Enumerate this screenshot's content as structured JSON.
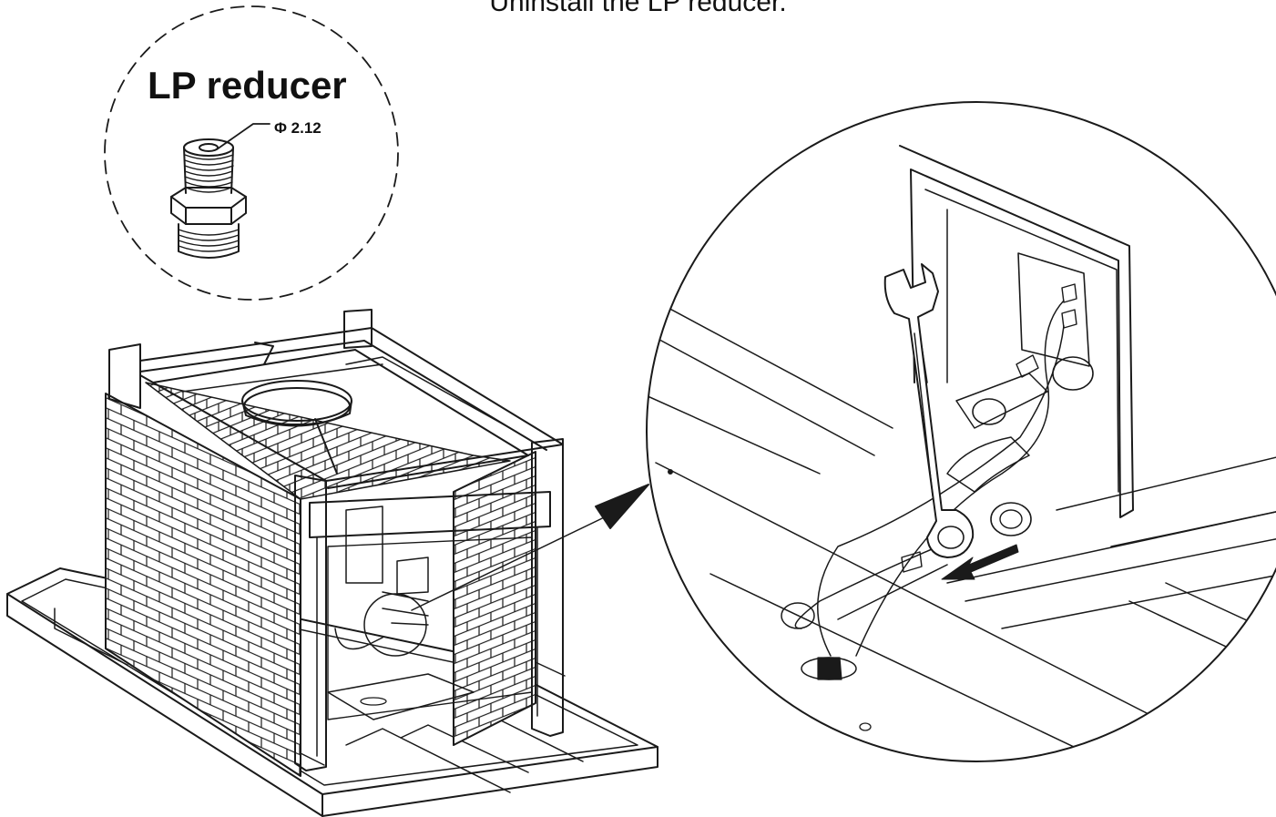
{
  "instruction": {
    "text": "Uninstall the LP reducer."
  },
  "callout": {
    "part_label": "LP reducer",
    "diameter_label": "Φ 2.12"
  },
  "colors": {
    "line": "#1a1a1a",
    "background": "#ffffff"
  },
  "icons": {
    "arrow_in_detail": "arrow-right-icon",
    "wrench": "wrench-icon"
  }
}
